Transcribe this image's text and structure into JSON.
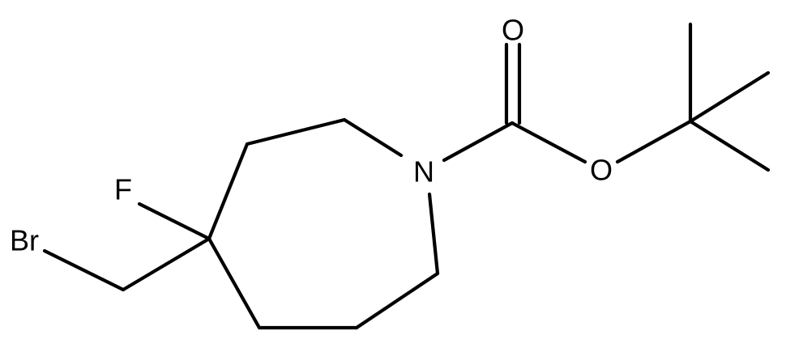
{
  "molecule": {
    "atoms": {
      "oxygen_carbonyl": "O",
      "oxygen_ester": "O",
      "nitrogen": "N",
      "fluorine": "F",
      "bromine": "Br"
    },
    "colors": {
      "bond": "#000000",
      "label": "#000000",
      "background": "#ffffff"
    }
  }
}
